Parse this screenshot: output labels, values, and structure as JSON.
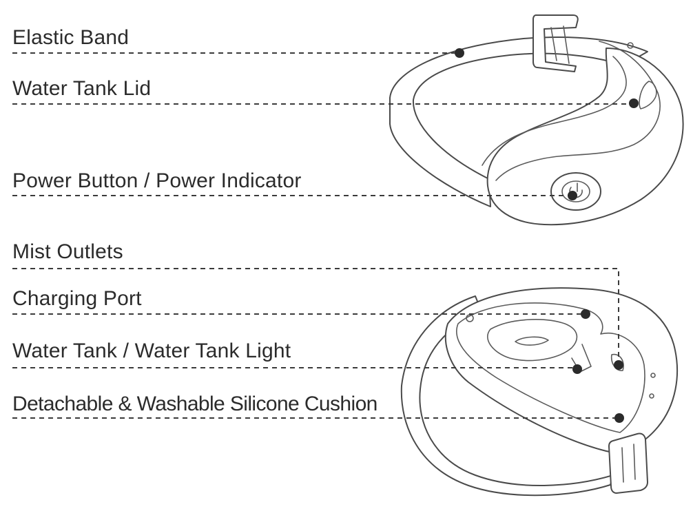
{
  "labels": {
    "elastic_band": "Elastic Band",
    "water_tank_lid": "Water Tank Lid",
    "power_button": "Power Button / Power Indicator",
    "mist_outlets": "Mist Outlets",
    "charging_port": "Charging Port",
    "water_tank": "Water Tank / Water Tank Light",
    "silicone_cushion": "Detachable & Washable Silicone Cushion"
  },
  "colors": {
    "text": "#2b2b2b",
    "line": "#3a3a3a",
    "background": "#ffffff"
  }
}
